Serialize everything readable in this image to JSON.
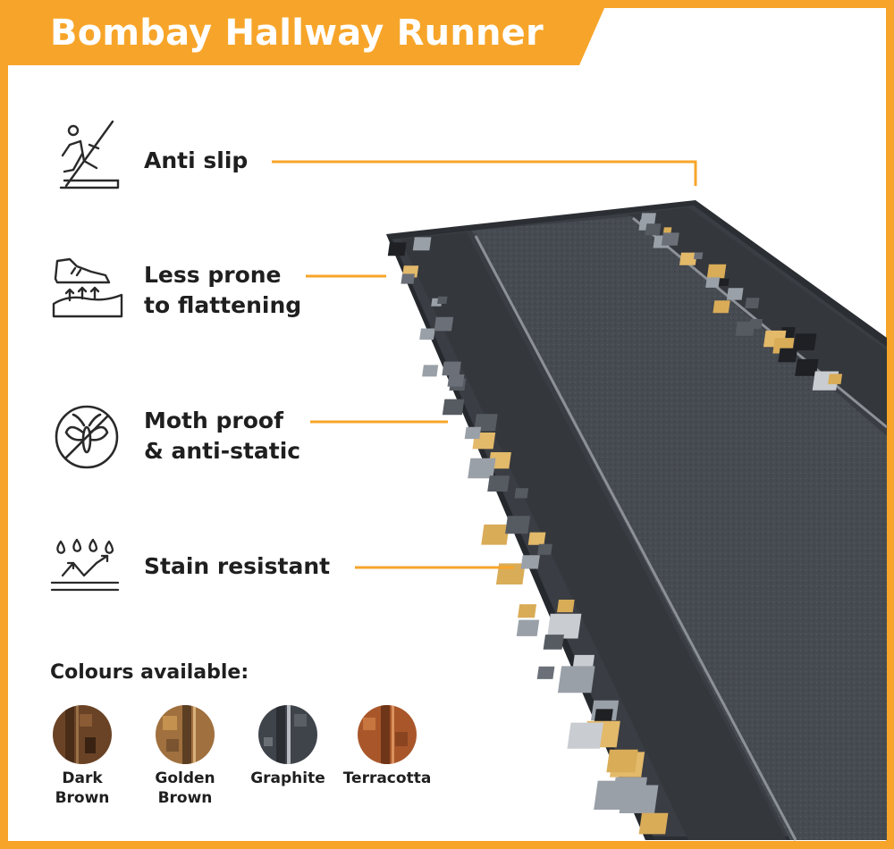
{
  "title": "Bombay Hallway Runner",
  "features": [
    {
      "label_line1": "Anti slip",
      "label_line2": "",
      "icon": "anti-slip-icon"
    },
    {
      "label_line1": "Less prone",
      "label_line2": "to flattening",
      "icon": "shoe-cushion-icon"
    },
    {
      "label_line1": "Moth proof",
      "label_line2": "& anti-static",
      "icon": "no-moth-icon"
    },
    {
      "label_line1": "Stain resistant",
      "label_line2": "",
      "icon": "water-drops-icon"
    }
  ],
  "colours_heading": "Colours available:",
  "colours": [
    {
      "line1": "Dark",
      "line2": "Brown",
      "swatch": "#6a4326"
    },
    {
      "line1": "Golden",
      "line2": "Brown",
      "swatch": "#a0703e"
    },
    {
      "line1": "Graphite",
      "line2": "",
      "swatch": "#3f444b"
    },
    {
      "line1": "Terracotta",
      "line2": "",
      "swatch": "#a9572a"
    }
  ],
  "colors": {
    "accent": "#f7a52a",
    "text": "#1f1f1f",
    "rug_field": "#44484f",
    "rug_border": "#2f3237",
    "tile_gold": "#d9ac58"
  }
}
